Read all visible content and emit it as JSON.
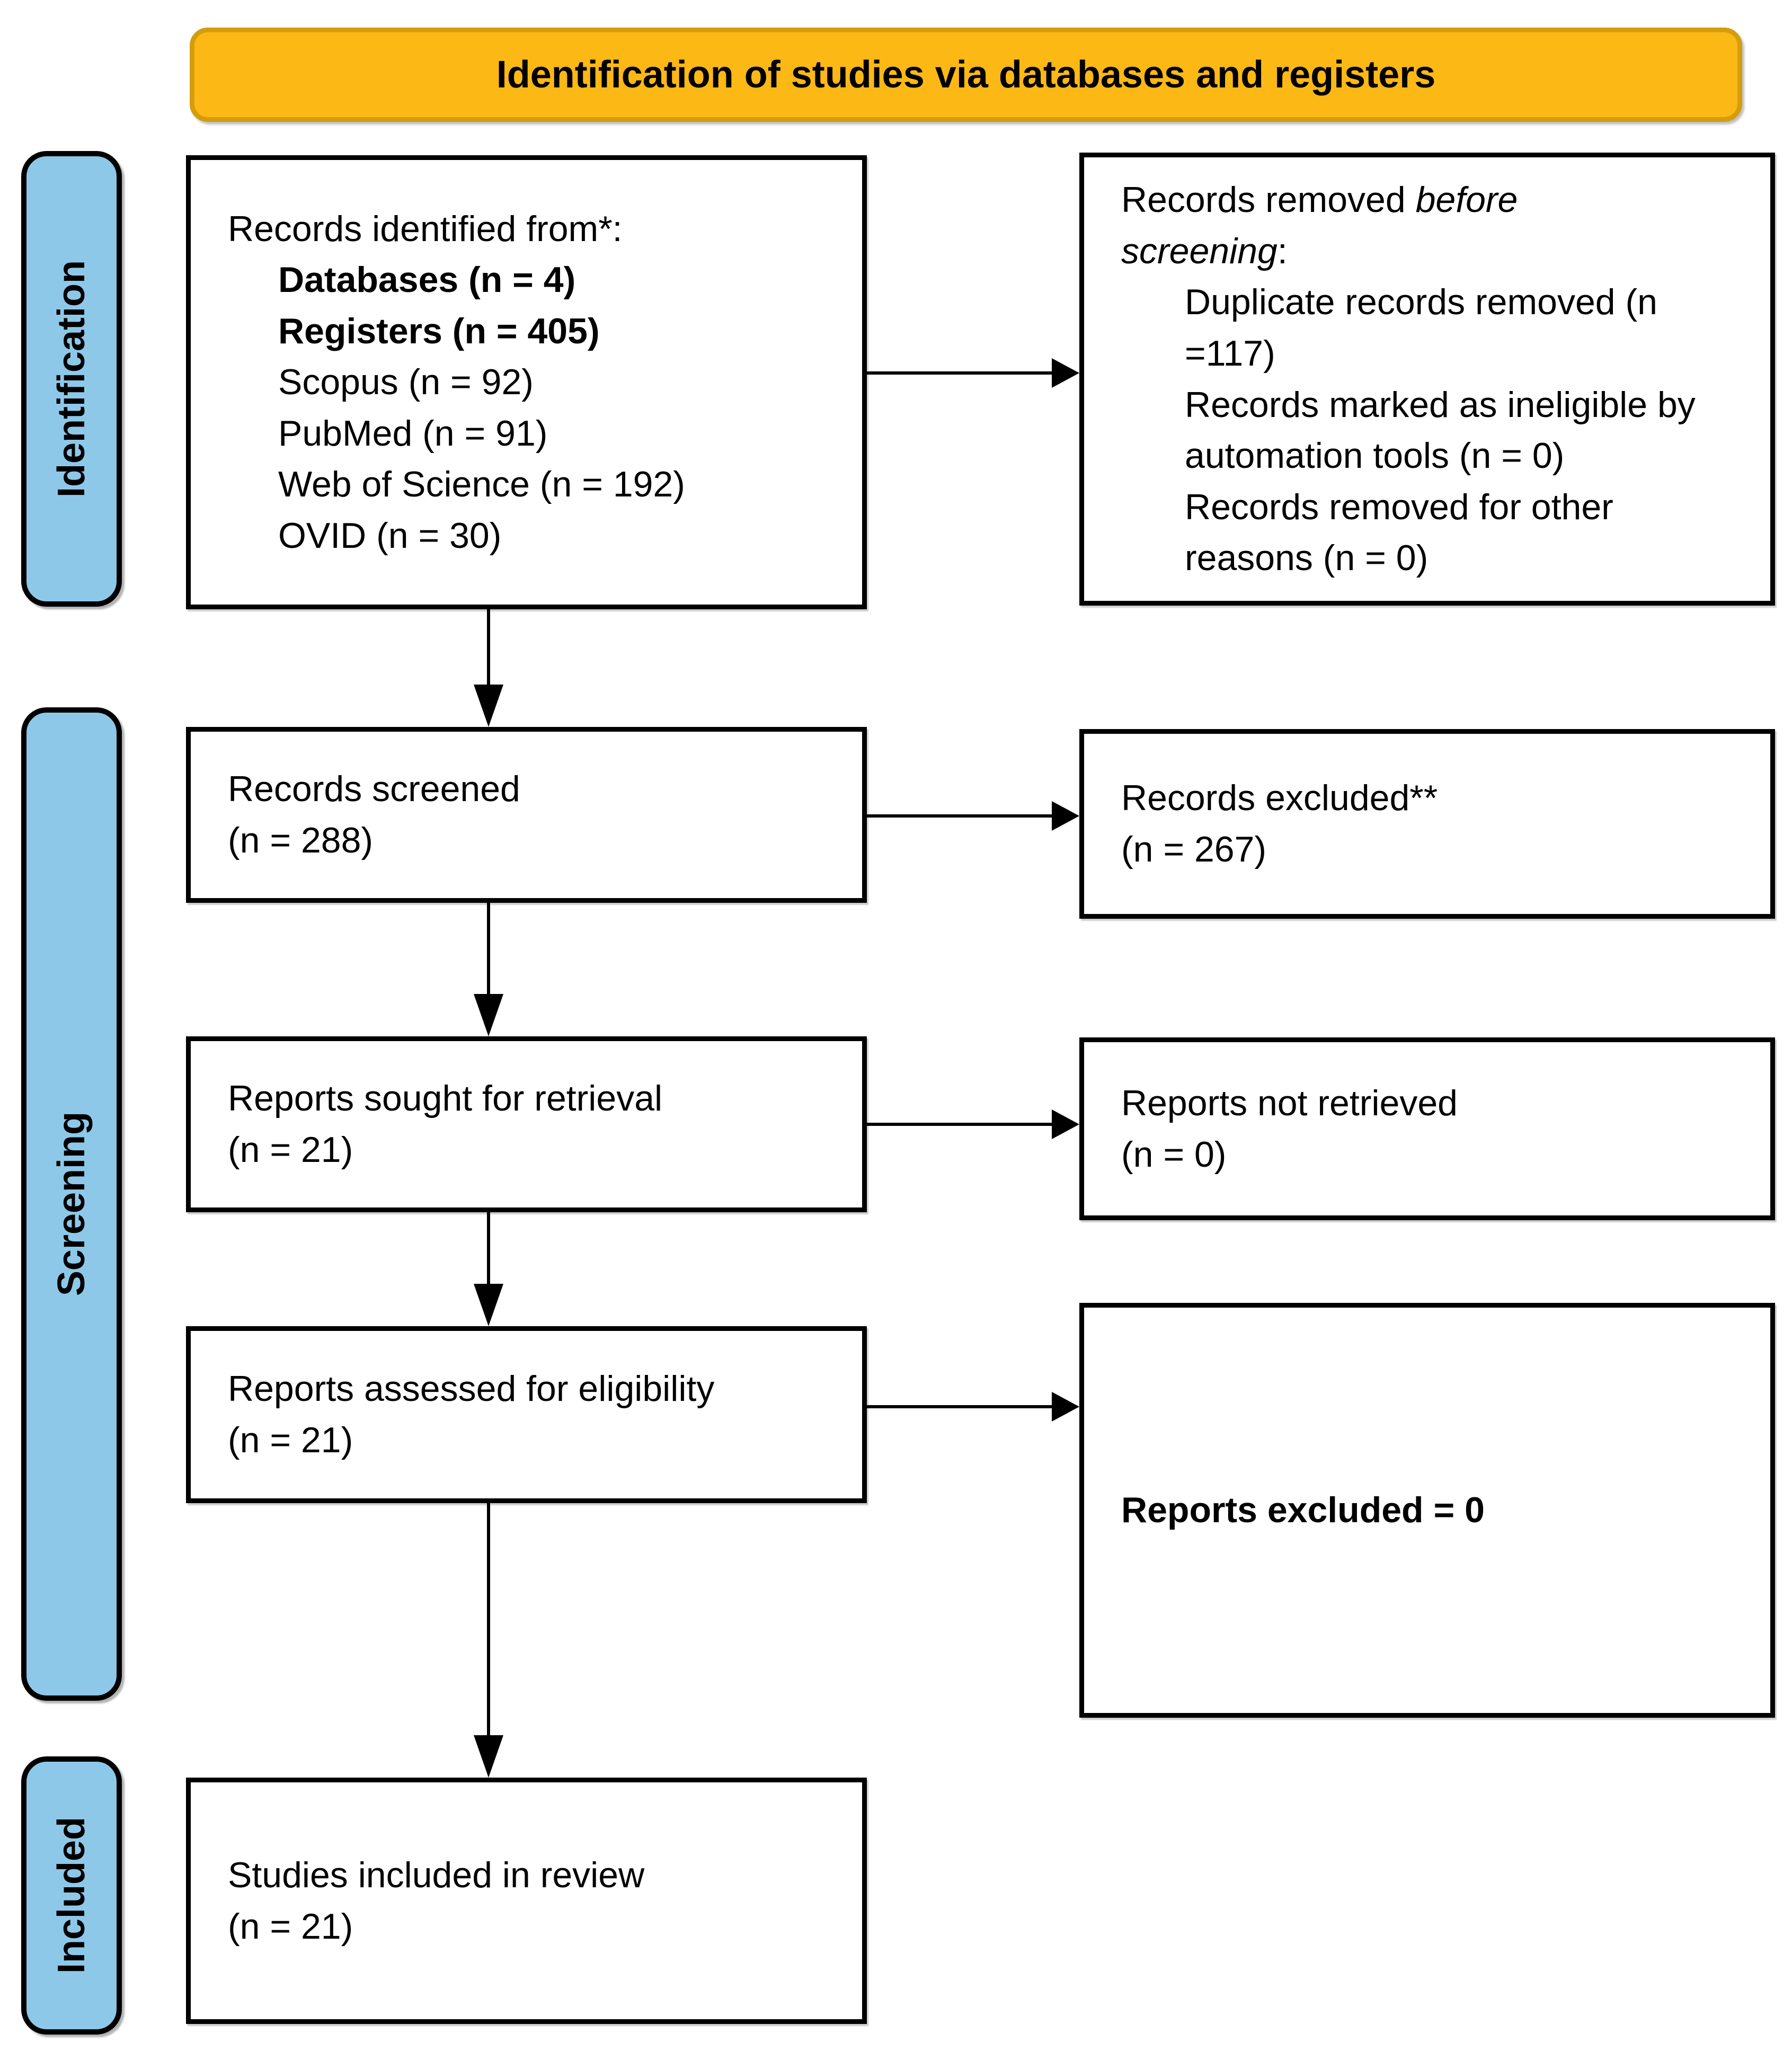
{
  "banner": {
    "title": "Identification of studies via databases and registers"
  },
  "sidebar": {
    "identification": "Identification",
    "screening": "Screening",
    "included": "Included"
  },
  "colors": {
    "banner_fill": "#FCB814",
    "banner_border": "#D49D0E",
    "sidebar_fill": "#8EC8E9",
    "box_border": "#000000"
  },
  "boxes": {
    "identified": {
      "intro": "Records identified from*:",
      "items": [
        "Databases (n = 4)",
        "Registers (n = 405)",
        "Scopus (n = 92)",
        "PubMed (n = 91)",
        "Web of Science (n = 192)",
        "OVID (n = 30)"
      ]
    },
    "removed": {
      "prefix": "Records removed ",
      "italic1": "before",
      "italic2": "screening",
      "colon": ":",
      "items": [
        "Duplicate records removed (n =117)",
        "Records marked as ineligible by automation tools (n = 0)",
        "Records removed for other reasons (n = 0)"
      ]
    },
    "screened": {
      "label": "Records screened",
      "count": "(n = 288)"
    },
    "records_excluded": {
      "label": "Records excluded**",
      "count": "(n = 267)"
    },
    "sought": {
      "label": "Reports sought for retrieval",
      "count": "(n = 21)"
    },
    "not_retrieved": {
      "label": "Reports not retrieved",
      "count": "(n = 0)"
    },
    "assessed": {
      "label": "Reports assessed for eligibility",
      "count": "(n = 21)"
    },
    "reports_excluded": {
      "label": "Reports excluded = 0"
    },
    "included": {
      "label": "Studies included in review",
      "count": "(n = 21)"
    }
  }
}
